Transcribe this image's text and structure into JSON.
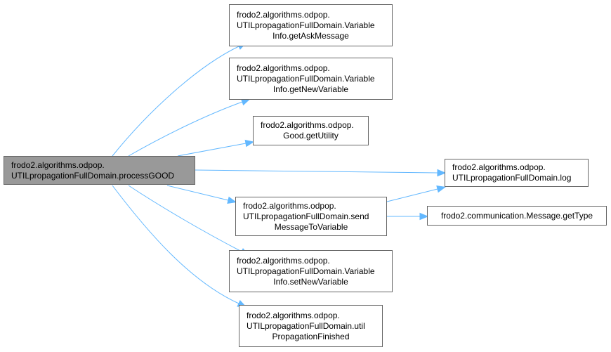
{
  "colors": {
    "edge": "#63b8ff",
    "root_fill": "#999999",
    "node_border": "#666666"
  },
  "nodes": {
    "root": {
      "lines": [
        "frodo2.algorithms.odpop.",
        "UTILpropagationFullDomain.processGOOD"
      ]
    },
    "getAskMessage": {
      "lines": [
        "frodo2.algorithms.odpop.",
        "UTILpropagationFullDomain.Variable",
        "Info.getAskMessage"
      ]
    },
    "getNewVariable": {
      "lines": [
        "frodo2.algorithms.odpop.",
        "UTILpropagationFullDomain.Variable",
        "Info.getNewVariable"
      ]
    },
    "getUtility": {
      "lines": [
        "frodo2.algorithms.odpop.",
        "Good.getUtility"
      ]
    },
    "log": {
      "lines": [
        "frodo2.algorithms.odpop.",
        "UTILpropagationFullDomain.log"
      ]
    },
    "sendMessageToVariable": {
      "lines": [
        "frodo2.algorithms.odpop.",
        "UTILpropagationFullDomain.send",
        "MessageToVariable"
      ]
    },
    "getType": {
      "lines": [
        "frodo2.communication.Message.getType"
      ]
    },
    "setNewVariable": {
      "lines": [
        "frodo2.algorithms.odpop.",
        "UTILpropagationFullDomain.Variable",
        "Info.setNewVariable"
      ]
    },
    "utilPropagationFinished": {
      "lines": [
        "frodo2.algorithms.odpop.",
        "UTILpropagationFullDomain.util",
        "PropagationFinished"
      ]
    }
  },
  "edges": [
    [
      "root",
      "getAskMessage"
    ],
    [
      "root",
      "getNewVariable"
    ],
    [
      "root",
      "getUtility"
    ],
    [
      "root",
      "log"
    ],
    [
      "root",
      "sendMessageToVariable"
    ],
    [
      "root",
      "setNewVariable"
    ],
    [
      "root",
      "utilPropagationFinished"
    ],
    [
      "sendMessageToVariable",
      "log"
    ],
    [
      "sendMessageToVariable",
      "getType"
    ]
  ]
}
